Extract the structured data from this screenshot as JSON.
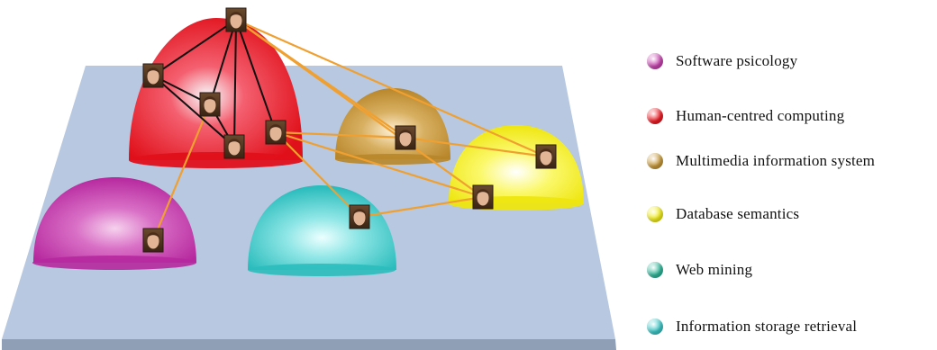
{
  "legend": {
    "items": [
      {
        "label": "Software psicology",
        "color": "#c845b0"
      },
      {
        "label": "Human-centred computing",
        "color": "#ee1c24"
      },
      {
        "label": "Multimedia information system",
        "color": "#c89a3a"
      },
      {
        "label": "Database semantics",
        "color": "#f2ee1a"
      },
      {
        "label": "Web mining",
        "color": "#2fb89a"
      },
      {
        "label": "Information storage retrieval",
        "color": "#3cc8c8"
      }
    ]
  },
  "diagram": {
    "platform_color": "#b7c8e0",
    "black_link_color": "#111111",
    "orange_link_color": "#f0a030",
    "people_icon": "person-avatar-icon"
  }
}
